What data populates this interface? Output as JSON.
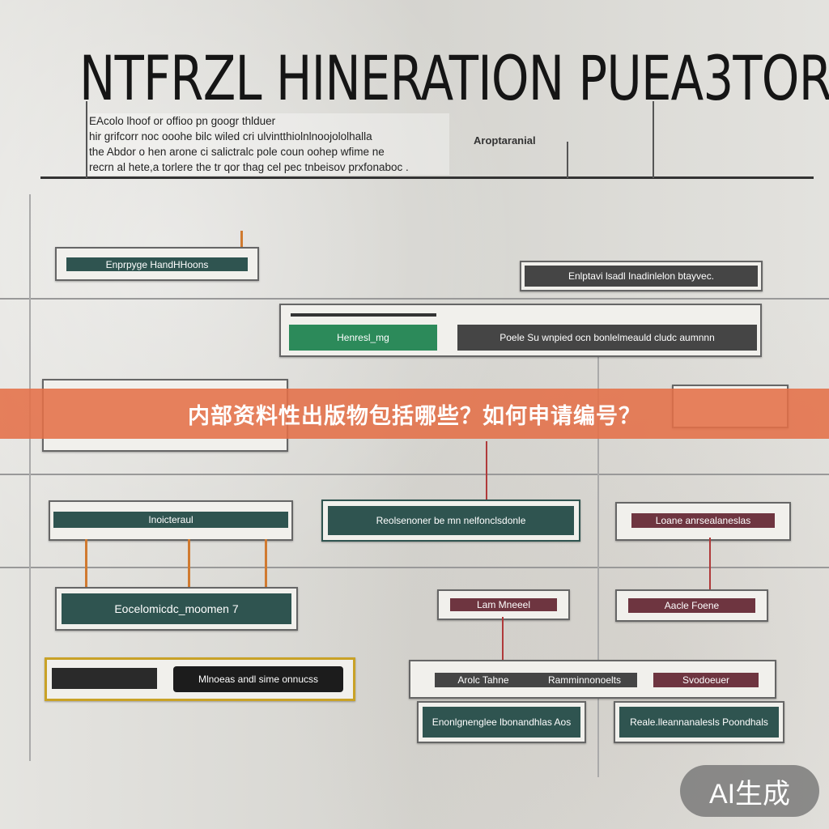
{
  "diagram": {
    "title": "NTFRZL HINERATION PUEA3TOR",
    "paragraph": [
      "EAcolo lhoof or offioo pn googr thlduer",
      "hir grifcorr noc ooohe bilc wiled cri ulvintthiolnlnoojololhalla",
      "the Abdor o hen arone ci salictralc pole coun oohep wfime ne",
      "recrn al hete,a torlere the tr qor thag cel pec tnbeisov prxfonaboc ."
    ],
    "side_label": "Aroptaranial",
    "nodes": {
      "n1": "Enprpyge HandHHoons",
      "n2": "Enlptavi lsadl Inadinlelon btayvec.",
      "n3a": "Henresl_mg",
      "n3b": "Poele Su wnpied ocn bonlelmeauld cludc aumnnn",
      "n4": "Inoicteraul",
      "n5": "Reolsenoner be mn nelfonclsdonle",
      "n6": "Loane anrsealaneslas",
      "n7": "Eocelomicdc_moomen 7",
      "n8": "Lam Mneeel",
      "n9": "Aacle Foene",
      "n10": "Mlnoeas andl sime onnucss",
      "n11a": "Arolc Tahne",
      "n11b": "Ramminnonoelts",
      "n11c": "Svodoeuer",
      "n12": "Enonlgnenglee lbonandhlas Aos",
      "n13": "Reale.lleannanalesls Poondhals"
    }
  },
  "banner": {
    "text": "内部资料性出版物包括哪些？如何申请编号？",
    "color": "#e47048"
  },
  "watermark": {
    "text": "AI生成"
  }
}
